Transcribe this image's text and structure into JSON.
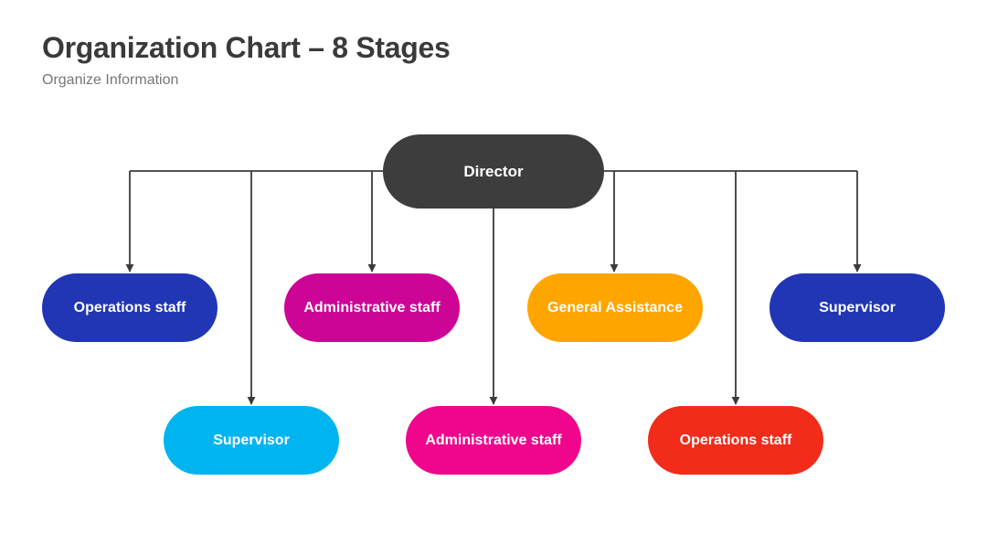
{
  "header": {
    "title": "Organization Chart – 8 Stages",
    "subtitle": "Organize Information"
  },
  "colors": {
    "connector": "#3b3b3b"
  },
  "director": {
    "label": "Director",
    "color": "#3d3d3d"
  },
  "nodes": [
    {
      "label": "Operations staff",
      "color": "#2136b4"
    },
    {
      "label": "Supervisor",
      "color": "#00b4ef"
    },
    {
      "label": "Administrative staff",
      "color": "#cc0596"
    },
    {
      "label": "Administrative staff",
      "color": "#f0068c"
    },
    {
      "label": "General Assistance",
      "color": "#ffa500"
    },
    {
      "label": "Operations staff",
      "color": "#f22b1a"
    },
    {
      "label": "Supervisor",
      "color": "#2136b4"
    }
  ]
}
